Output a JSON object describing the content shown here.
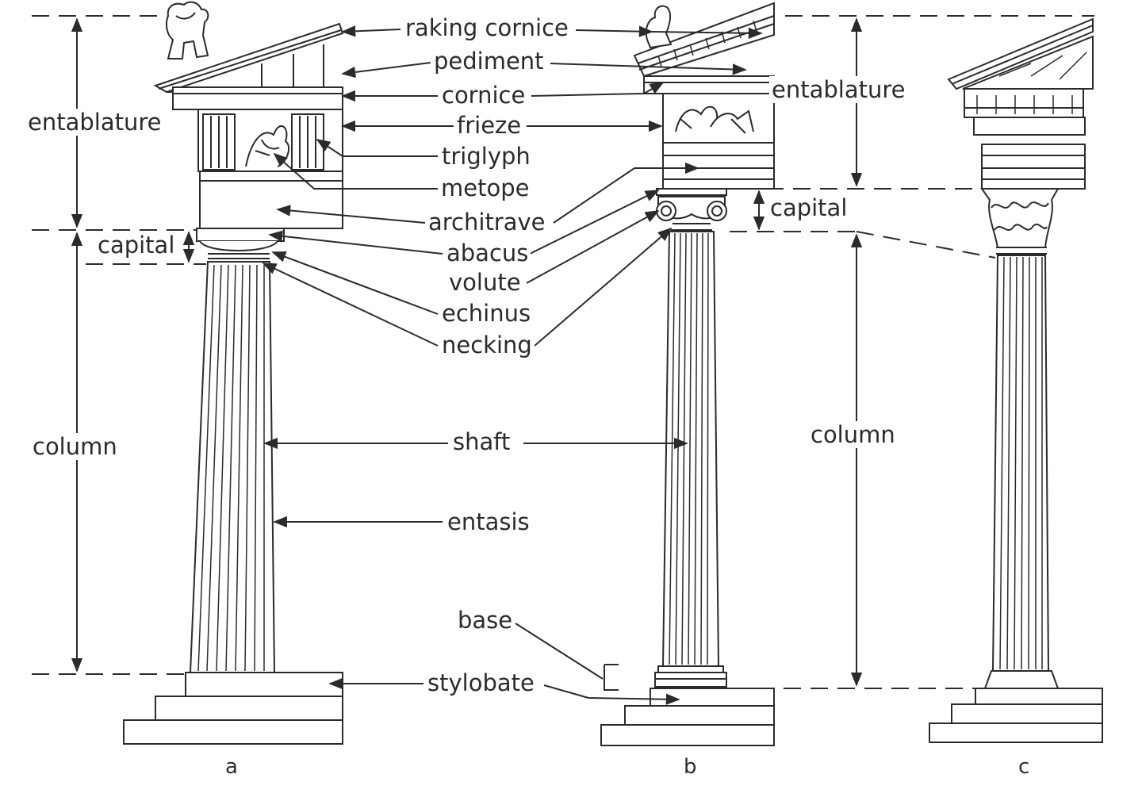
{
  "labels": {
    "raking_cornice": "raking cornice",
    "pediment": "pediment",
    "cornice": "cornice",
    "frieze": "frieze",
    "triglyph": "triglyph",
    "metope": "metope",
    "architrave": "architrave",
    "abacus": "abacus",
    "volute": "volute",
    "echinus": "echinus",
    "necking": "necking",
    "shaft": "shaft",
    "entasis": "entasis",
    "base": "base",
    "stylobate": "stylobate",
    "entablature_left": "entablature",
    "capital_left": "capital",
    "column_left": "column",
    "entablature_right": "entablature",
    "capital_right": "capital",
    "column_right": "column"
  },
  "orders": [
    "a",
    "b",
    "c"
  ],
  "colors": {
    "ink": "#2b2b2b",
    "background": "#ffffff"
  }
}
